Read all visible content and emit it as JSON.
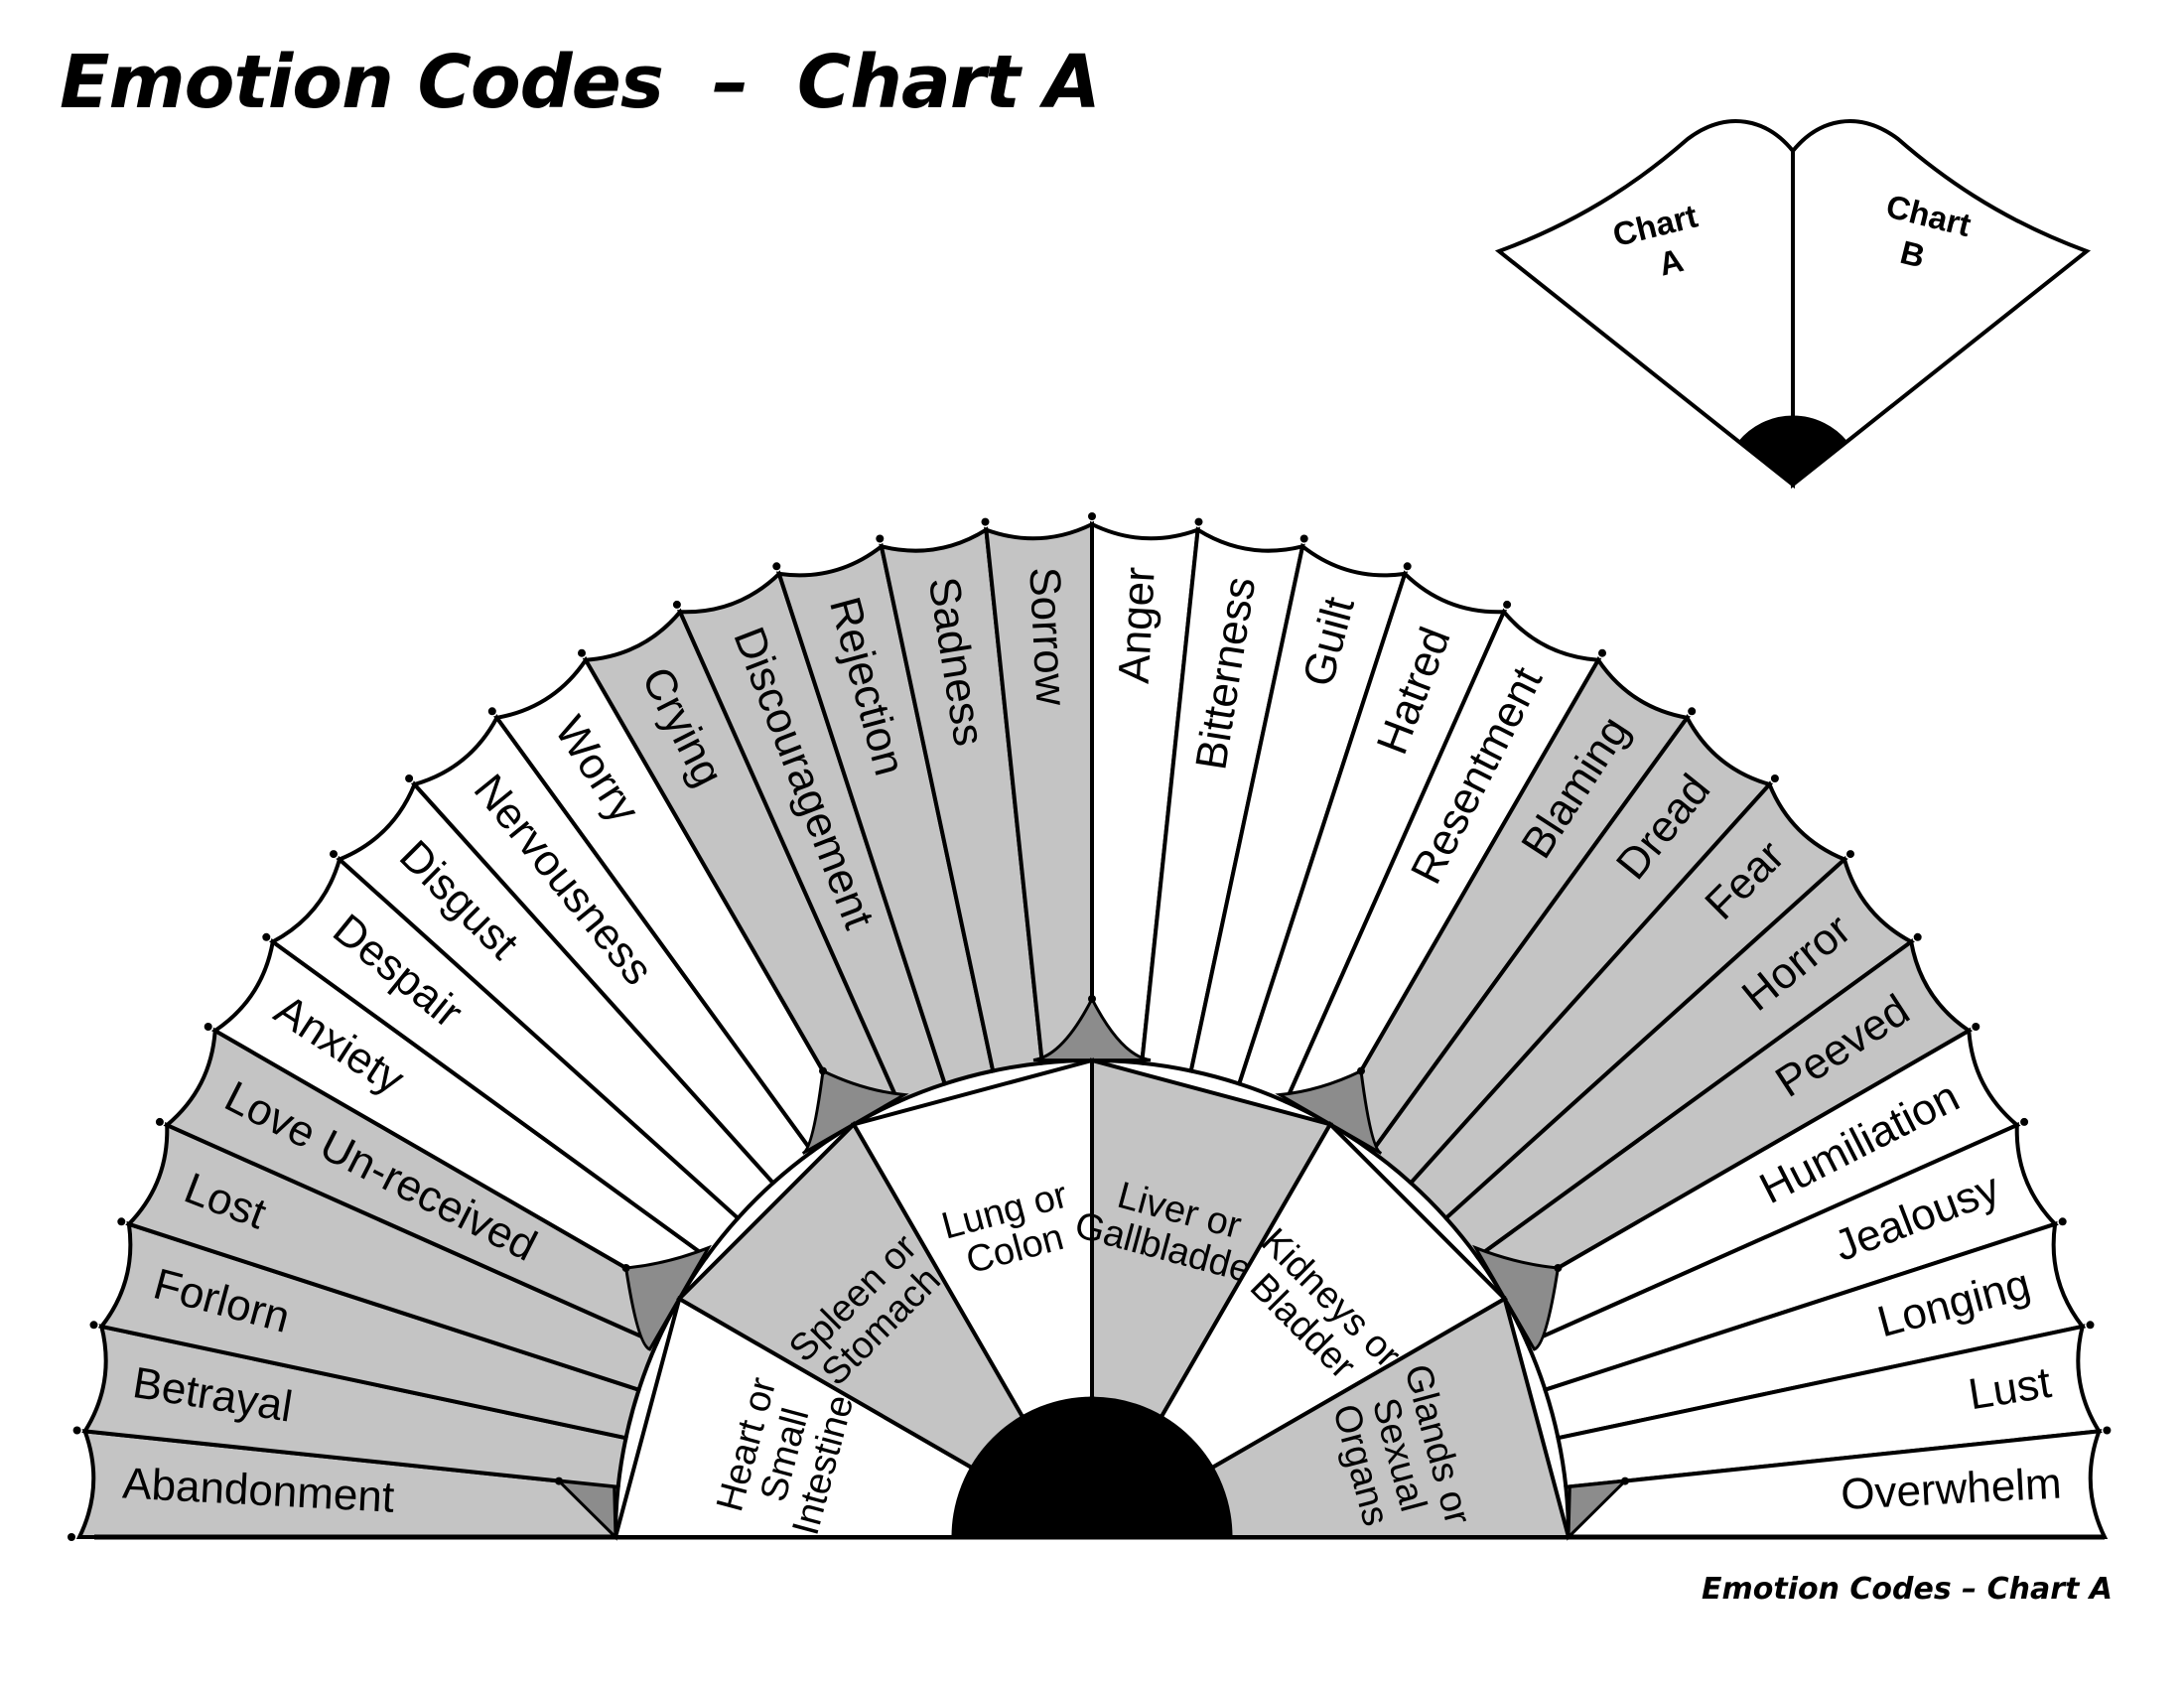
{
  "title": "Emotion Codes  –  Chart A",
  "footer": "Emotion Codes – Chart A",
  "colors": {
    "shaded": "#c4c4c4",
    "unshaded": "#ffffff",
    "outline": "#000000",
    "tab": "#8c8c8c",
    "hub": "#000000"
  },
  "thumbnail": {
    "left_label_1": "Chart",
    "left_label_2": "A",
    "right_label_1": "Chart",
    "right_label_2": "B"
  },
  "organs": [
    {
      "label": "Heart or Small Intestine",
      "lines": [
        "Heart or",
        "Small",
        "Intestine"
      ],
      "shade": "white"
    },
    {
      "label": "Spleen or Stomach",
      "lines": [
        "Spleen or",
        "Stomach"
      ],
      "shade": "gray"
    },
    {
      "label": "Lung or Colon",
      "lines": [
        "Lung or",
        "Colon"
      ],
      "shade": "white"
    },
    {
      "label": "Liver or Gallbladder",
      "lines": [
        "Liver or",
        "Gallbladder"
      ],
      "shade": "gray"
    },
    {
      "label": "Kidneys or Bladder",
      "lines": [
        "Kidneys or",
        "Bladder"
      ],
      "shade": "white"
    },
    {
      "label": "Glands or Sexual Organs",
      "lines": [
        "Glands or",
        "Sexual",
        "Organs"
      ],
      "shade": "gray"
    }
  ],
  "emotions": [
    {
      "label": "Abandonment",
      "shade": "gray"
    },
    {
      "label": "Betrayal",
      "shade": "gray"
    },
    {
      "label": "Forlorn",
      "shade": "gray"
    },
    {
      "label": "Lost",
      "shade": "gray"
    },
    {
      "label": "Love Un-received",
      "shade": "gray"
    },
    {
      "label": "Anxiety",
      "shade": "white"
    },
    {
      "label": "Despair",
      "shade": "white"
    },
    {
      "label": "Disgust",
      "shade": "white"
    },
    {
      "label": "Nervousness",
      "shade": "white"
    },
    {
      "label": "Worry",
      "shade": "white"
    },
    {
      "label": "Crying",
      "shade": "gray"
    },
    {
      "label": "Discouragement",
      "shade": "gray"
    },
    {
      "label": "Rejection",
      "shade": "gray"
    },
    {
      "label": "Sadness",
      "shade": "gray"
    },
    {
      "label": "Sorrow",
      "shade": "gray"
    },
    {
      "label": "Anger",
      "shade": "white"
    },
    {
      "label": "Bitterness",
      "shade": "white"
    },
    {
      "label": "Guilt",
      "shade": "white"
    },
    {
      "label": "Hatred",
      "shade": "white"
    },
    {
      "label": "Resentment",
      "shade": "white"
    },
    {
      "label": "Blaming",
      "shade": "gray"
    },
    {
      "label": "Dread",
      "shade": "gray"
    },
    {
      "label": "Fear",
      "shade": "gray"
    },
    {
      "label": "Horror",
      "shade": "gray"
    },
    {
      "label": "Peeved",
      "shade": "gray"
    },
    {
      "label": "Humiliation",
      "shade": "white"
    },
    {
      "label": "Jealousy",
      "shade": "white"
    },
    {
      "label": "Longing",
      "shade": "white"
    },
    {
      "label": "Lust",
      "shade": "white"
    },
    {
      "label": "Overwhelm",
      "shade": "white"
    }
  ]
}
